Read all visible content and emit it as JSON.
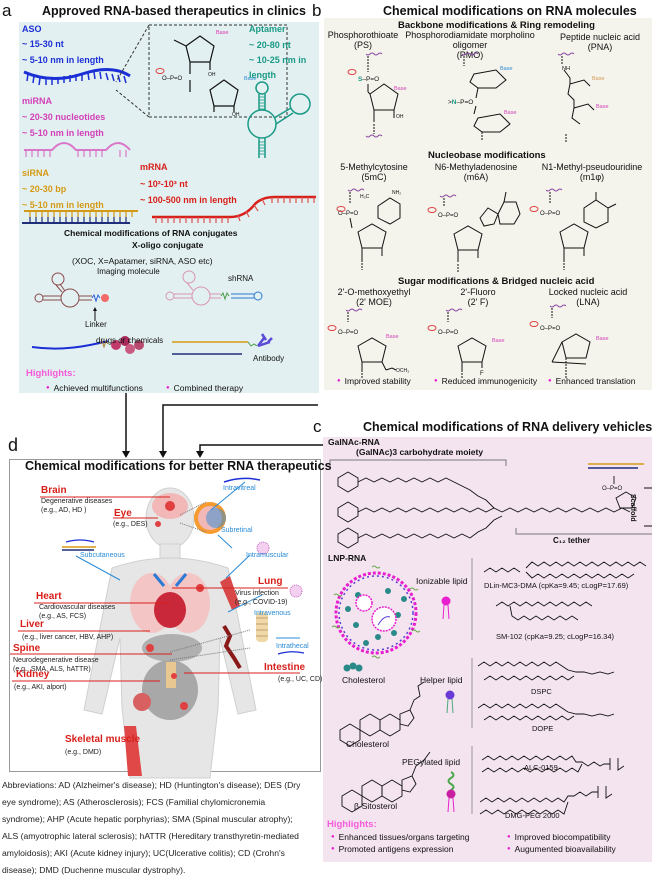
{
  "panel_a": {
    "letter": "a",
    "title": "Approved RNA-based therapeutics in clinics",
    "aso": {
      "name": "ASO",
      "line1": "~ 15-30 nt",
      "line2": "~ 5-10 nm in length"
    },
    "aptamer": {
      "name": "Aptamer",
      "line1": "~ 20-80 nt",
      "line2": "~ 10-25 nm in",
      "line3": "length"
    },
    "mirna": {
      "name": "miRNA",
      "line1": "~ 20-30 nucleotides",
      "line2": "~ 5-10 nm in length"
    },
    "sirna": {
      "name": "siRNA",
      "line1": "~ 20-30 bp",
      "line2": "~ 5-10 nm in length"
    },
    "mrna": {
      "name": "mRNA",
      "line1": "~ 10²-10³ nt",
      "line2": "~ 100-500 nm in length"
    },
    "inset_labels": {
      "base1": "Base",
      "base2": "Base",
      "oh1": "OH",
      "oh2": "OH",
      "o": "O"
    },
    "conjugates": {
      "title": "Chemical modifications of RNA conjugates",
      "subtitle": "X-oligo conjugate",
      "note": "(XOC, X=Apatamer, siRNA, ASO etc)",
      "imaging": "Imaging molecule",
      "linker": "Linker",
      "shrna": "shRNA",
      "drugs": "drugs or chemicals",
      "antibody": "Antibody"
    },
    "highlights": {
      "title": "Highlights:",
      "items": [
        "Achieved multifunctions",
        "Combined therapy"
      ]
    }
  },
  "panel_b": {
    "letter": "b",
    "title": "Chemical modifications on RNA molecules",
    "sections": [
      {
        "title": "Backbone modifications & Ring remodeling",
        "items": [
          {
            "name": "Phosphorothioate",
            "abbr": "(PS)"
          },
          {
            "name": "Phosphorodiamidate morpholino oligomer",
            "abbr": "(PMO)"
          },
          {
            "name": "Peptide nucleic acid",
            "abbr": "(PNA)"
          }
        ]
      },
      {
        "title": "Nucleobase modifications",
        "items": [
          {
            "name": "5-Methylcytosine",
            "abbr": "(5mC)"
          },
          {
            "name": "N6-Methyladenosine",
            "abbr": "(m6A)"
          },
          {
            "name": "N1-Methyl-pseudouridine",
            "abbr": "(m1φ)"
          }
        ]
      },
      {
        "title": "Sugar modifications & Bridged nucleic acid",
        "items": [
          {
            "name": "2'-O-methoxyethyl",
            "abbr": "(2'  MOE)"
          },
          {
            "name": "2'-Fluoro",
            "abbr": "(2'  F)"
          },
          {
            "name": "Locked nucleic acid",
            "abbr": "(LNA)"
          }
        ]
      }
    ],
    "atom_labels": {
      "base": "Base",
      "s": "S",
      "n": "N",
      "oh": "OH",
      "f": "F",
      "och3": "OCH₃",
      "nh": "NH"
    },
    "highlights": [
      "Improved stability",
      "Reduced immunogenicity",
      "Enhanced translation"
    ]
  },
  "panel_c": {
    "letter": "c",
    "title": "Chemical modifications of RNA delivery vehicles",
    "galnac": {
      "label": "GalNAc-RNA",
      "moiety": "(GalNAc)3 carbohydrate moiety",
      "tether": "C₁₂ tether",
      "scaffold": "Scaffold"
    },
    "lnp": {
      "label": "LNP-RNA",
      "ionizable": "Ionizable lipid",
      "helper": "Helper lipid",
      "pegylated": "PEGylated lipid",
      "cholesterol_icon": "Cholesterol",
      "cholesterol": "Cholesterol",
      "sitosterol": "β-Sitosterol",
      "lipids": [
        "DLin-MC3-DMA (cpKa=9.45; cLogP=17.69)",
        "SM-102 (cpKa=9.25; cLogP=16.34)",
        "DSPC",
        "DOPE",
        "ALC-0159",
        "DMG-PEG 2000"
      ]
    },
    "highlights": {
      "title": "Highlights:",
      "items": [
        "Enhanced tissues/organs targeting",
        "Improved  biocompatibility",
        "Promoted antigens expression",
        "Augumented bioavailability"
      ]
    }
  },
  "panel_d": {
    "letter": "d",
    "title": "Chemical modifications for better RNA therapeutics",
    "organs": [
      {
        "name": "Brain",
        "desc": [
          "Degenerative diseases",
          "(e.g., AD, HD )"
        ]
      },
      {
        "name": "Eye",
        "desc": [
          "(e.g., DES)"
        ]
      },
      {
        "name": "Heart",
        "desc": [
          "Cardiovascular diseases",
          "(e.g., AS, FCS)"
        ]
      },
      {
        "name": "Lung",
        "desc": [
          "Virus infection",
          "(e.g., COVID-19)"
        ]
      },
      {
        "name": "Liver",
        "desc": [
          "(e.g., liver cancer, HBV, AHP)"
        ]
      },
      {
        "name": "Spine",
        "desc": [
          "Neurodegenerative disease",
          "(e.g., SMA, ALS, hATTR)"
        ]
      },
      {
        "name": "Intestine",
        "desc": [
          "(e.g., UC, CD)"
        ]
      },
      {
        "name": "Kidney",
        "desc": [
          "(e.g., AKI, alport)"
        ]
      },
      {
        "name": "Skeletal muscle",
        "desc": [
          "(e.g., DMD)"
        ]
      }
    ],
    "routes": [
      "Intravitreal",
      "Subretinal",
      "Subcutaneous",
      "Intramuscular",
      "Intravenous",
      "Intrathecal"
    ]
  },
  "abbreviations": "Abbreviations: AD (Alzheimer's disease); HD (Huntington's disease); DES (Dry eye syndrome); AS (Atherosclerosis); FCS (Familial chylomicronemia syndrome); AHP (Acute hepatic porphyrias); SMA (Spinal muscular atrophy); ALS (amyotrophic lateral sclerosis); hATTR (Hereditary transthyretin-mediated amyloidosis); AKI (Acute kidney injury); UC(Ulcerative colitis); CD (Crohn's disease); DMD (Duchenne muscular dystrophy).",
  "colors": {
    "aso": "#1b2fd6",
    "aptamer": "#1a9a86",
    "mirna": "#d23fb8",
    "sirna": "#d59a15",
    "mrna": "#d8201b",
    "panel_a_bg": "#e3f0f1",
    "panel_b_bg": "#f4f3ec",
    "panel_c_bg": "#f4e4f0",
    "highlight": "#e81fcf",
    "organ_red": "#d8201b",
    "route_blue": "#2a8bd6"
  }
}
